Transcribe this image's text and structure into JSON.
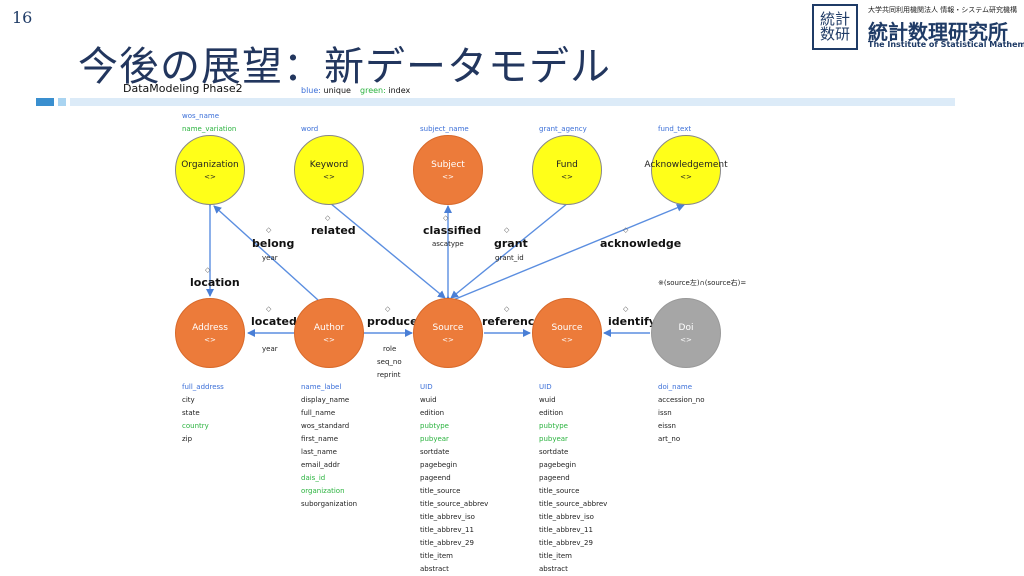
{
  "page_number": "16",
  "title": "今後の展望：新データモデル",
  "subtitle": "DataModeling Phase2",
  "legend": {
    "blue_key": "blue:",
    "blue_value": " unique",
    "green_key": "green:",
    "green_value": " index",
    "blue_color": "#3b6fd8",
    "green_color": "#2bb33f"
  },
  "logo": {
    "mark": "統計\n数研",
    "small_text": "大学共同利用機関法人 情報・システム研究機構",
    "main_text": "統計数理研究所",
    "english": "The Institute of Statistical Mathematics"
  },
  "nodes": {
    "organization": {
      "name": "Organization",
      "tag": "<>"
    },
    "keyword": {
      "name": "Keyword",
      "tag": "<>"
    },
    "subject": {
      "name": "Subject",
      "tag": "<>"
    },
    "fund": {
      "name": "Fund",
      "tag": "<>"
    },
    "acknowledgement": {
      "name": "Acknowledgement",
      "tag": "<>"
    },
    "address": {
      "name": "Address",
      "tag": "<>"
    },
    "author": {
      "name": "Author",
      "tag": "<>"
    },
    "source_main": {
      "name": "Source",
      "tag": "<>"
    },
    "source_ref": {
      "name": "Source",
      "tag": "<>"
    },
    "doi": {
      "name": "Doi",
      "tag": "<>"
    }
  },
  "top_fields": {
    "organization": {
      "unique": "wos_name",
      "index": "name_variation"
    },
    "keyword": {
      "unique": "word"
    },
    "subject": {
      "unique": "subject_name"
    },
    "fund": {
      "unique": "grant_agency"
    },
    "acknowledgement": {
      "unique": "fund_text"
    }
  },
  "relations": {
    "belong": "belong",
    "belong_prop": "year",
    "related": "related",
    "classified": "classified",
    "classified_prop": "ascatype",
    "grant": "grant",
    "grant_prop": "grant_id",
    "acknowledge": "acknowledge",
    "location": "location",
    "located": "located",
    "located_prop": "year",
    "produce": "produce",
    "produce_props": [
      "role",
      "seq_no",
      "reprint"
    ],
    "reference": "reference",
    "identify": "identify",
    "diamond": "◇"
  },
  "note": "※(source左)∩(source右)=",
  "columns": {
    "address": [
      {
        "text": "full_address",
        "kind": "unique"
      },
      {
        "text": "city",
        "kind": "plain"
      },
      {
        "text": "state",
        "kind": "plain"
      },
      {
        "text": "country",
        "kind": "index"
      },
      {
        "text": "zip",
        "kind": "plain"
      }
    ],
    "author": [
      {
        "text": "name_label",
        "kind": "unique"
      },
      {
        "text": "display_name",
        "kind": "plain"
      },
      {
        "text": "full_name",
        "kind": "plain"
      },
      {
        "text": "wos_standard",
        "kind": "plain"
      },
      {
        "text": "first_name",
        "kind": "plain"
      },
      {
        "text": "last_name",
        "kind": "plain"
      },
      {
        "text": "email_addr",
        "kind": "plain"
      },
      {
        "text": "dais_id",
        "kind": "index"
      },
      {
        "text": "organization",
        "kind": "index"
      },
      {
        "text": "suborganization",
        "kind": "plain"
      }
    ],
    "source_main": [
      {
        "text": "UID",
        "kind": "unique"
      },
      {
        "text": "wuid",
        "kind": "plain"
      },
      {
        "text": "edition",
        "kind": "plain"
      },
      {
        "text": "pubtype",
        "kind": "index"
      },
      {
        "text": "pubyear",
        "kind": "index"
      },
      {
        "text": "sortdate",
        "kind": "plain"
      },
      {
        "text": "pagebegin",
        "kind": "plain"
      },
      {
        "text": "pageend",
        "kind": "plain"
      },
      {
        "text": "title_source",
        "kind": "plain"
      },
      {
        "text": "title_source_abbrev",
        "kind": "plain"
      },
      {
        "text": "title_abbrev_iso",
        "kind": "plain"
      },
      {
        "text": "title_abbrev_11",
        "kind": "plain"
      },
      {
        "text": "title_abbrev_29",
        "kind": "plain"
      },
      {
        "text": "title_item",
        "kind": "plain"
      },
      {
        "text": "abstract",
        "kind": "plain"
      }
    ],
    "source_ref": [
      {
        "text": "UID",
        "kind": "unique"
      },
      {
        "text": "wuid",
        "kind": "plain"
      },
      {
        "text": "edition",
        "kind": "plain"
      },
      {
        "text": "pubtype",
        "kind": "index"
      },
      {
        "text": "pubyear",
        "kind": "index"
      },
      {
        "text": "sortdate",
        "kind": "plain"
      },
      {
        "text": "pagebegin",
        "kind": "plain"
      },
      {
        "text": "pageend",
        "kind": "plain"
      },
      {
        "text": "title_source",
        "kind": "plain"
      },
      {
        "text": "title_source_abbrev",
        "kind": "plain"
      },
      {
        "text": "title_abbrev_iso",
        "kind": "plain"
      },
      {
        "text": "title_abbrev_11",
        "kind": "plain"
      },
      {
        "text": "title_abbrev_29",
        "kind": "plain"
      },
      {
        "text": "title_item",
        "kind": "plain"
      },
      {
        "text": "abstract",
        "kind": "plain"
      }
    ],
    "doi": [
      {
        "text": "doi_name",
        "kind": "unique"
      },
      {
        "text": "accession_no",
        "kind": "plain"
      },
      {
        "text": "issn",
        "kind": "plain"
      },
      {
        "text": "eissn",
        "kind": "plain"
      },
      {
        "text": "art_no",
        "kind": "plain"
      }
    ]
  }
}
